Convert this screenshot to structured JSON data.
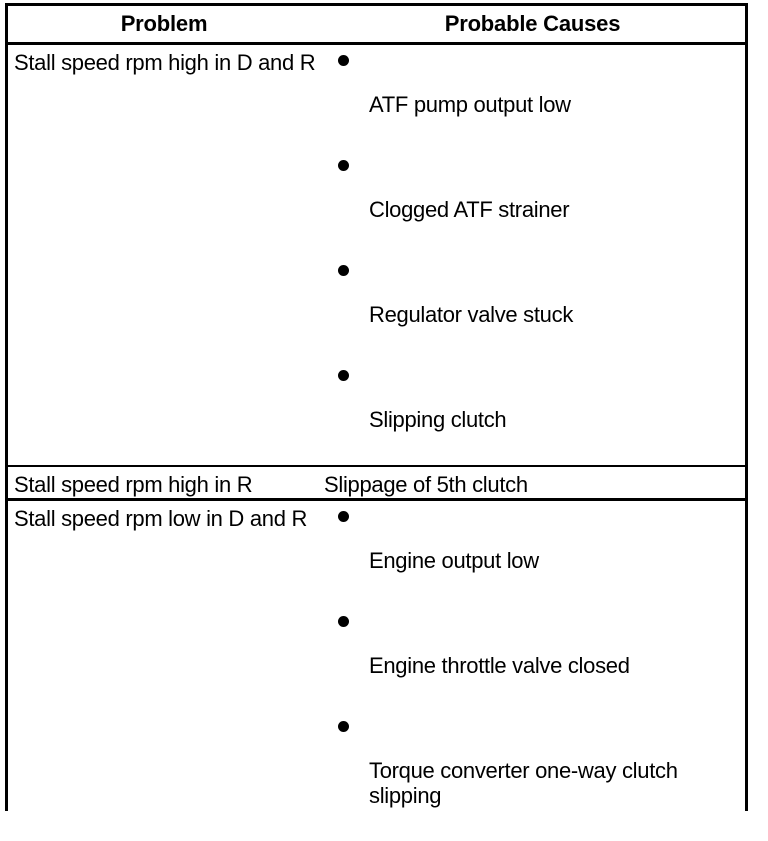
{
  "table": {
    "columns": [
      {
        "key": "problem",
        "header": "Problem"
      },
      {
        "key": "causes",
        "header": "Probable Causes"
      }
    ],
    "rows": [
      {
        "problem": "Stall speed rpm high in D and R",
        "causes_type": "bulleted",
        "causes": [
          "ATF pump output low",
          "Clogged ATF strainer",
          "Regulator valve stuck",
          "Slipping clutch"
        ]
      },
      {
        "problem": "Stall speed rpm high in R",
        "causes_type": "plain",
        "causes": [
          "Slippage of 5th clutch"
        ]
      },
      {
        "problem": "Stall speed rpm low in D and R",
        "causes_type": "bulleted",
        "causes": [
          "Engine output low",
          "Engine throttle valve closed",
          "Torque converter one-way clutch slipping"
        ]
      }
    ]
  },
  "style": {
    "text_color": "#000000",
    "background_color": "#ffffff",
    "border_color": "#000000",
    "bullet_glyph": "●"
  }
}
